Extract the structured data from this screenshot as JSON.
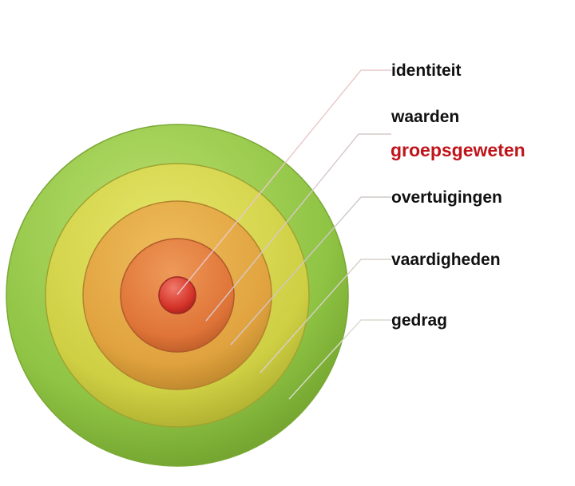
{
  "diagram": {
    "layers": [
      {
        "label": "identiteit",
        "color": "#d63a2c"
      },
      {
        "label": "waarden",
        "color": "#e07a3a"
      },
      {
        "label": "overtuigingen",
        "color": "#e2a640"
      },
      {
        "label": "vaardigheden",
        "color": "#d2cf48"
      },
      {
        "label": "gedrag",
        "color": "#92c846"
      }
    ],
    "extra_label": {
      "label": "groepsgeweten",
      "color": "#c0141a"
    }
  }
}
